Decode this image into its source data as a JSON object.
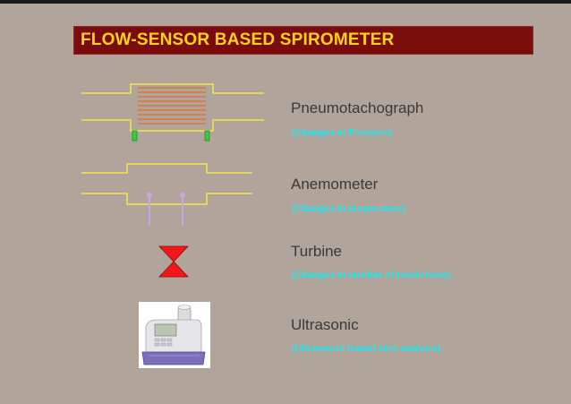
{
  "title": "FLOW-SENSOR BASED SPIROMETER",
  "colors": {
    "background": "#b0a49b",
    "title_bar": "#7a0c0c",
    "title_text": "#ffd31a",
    "name_text": "#3a3a3a",
    "subtitle_text": "#21e8f0",
    "tube_lines": "#f2e64a",
    "mesh_lines": "#e36a2a",
    "pressure_ports": "#2fd03a",
    "hot_wires": "#c9a6e0",
    "turbine": "#f01818"
  },
  "items": [
    {
      "name": "Pneumotachograph",
      "subtitle": "(Changes in Pressure)",
      "icon": "pneumotachograph-diagram"
    },
    {
      "name": "Anemometer",
      "subtitle": "(Changes in temperature)",
      "icon": "anemometer-diagram"
    },
    {
      "name": "Turbine",
      "subtitle": "(Changes in number of revolutions)",
      "icon": "turbine-icon"
    },
    {
      "name": "Ultrasonic",
      "subtitle": "(Ultrasound transit time analysis)",
      "icon": "ultrasonic-spirometer-device"
    }
  ]
}
